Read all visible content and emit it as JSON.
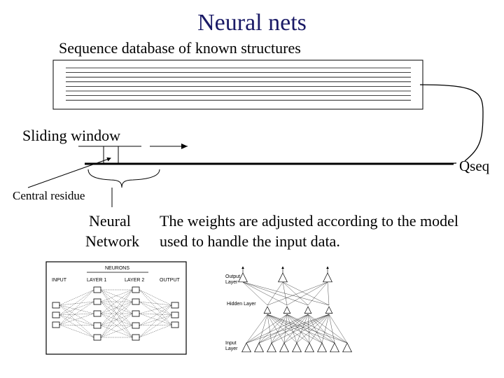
{
  "slide": {
    "title": "Neural nets",
    "subtitle": "Sequence database of known structures",
    "sliding_window_label": "Sliding window",
    "qseq_label": "Qseq",
    "central_residue_label": "Central residue",
    "neural_network_label": [
      "Neural",
      "Network"
    ],
    "description": [
      "The weights are adjusted according to the model",
      "used to handle the input data."
    ]
  },
  "left_network_figure": {
    "header": "NEURONS",
    "columns": [
      "INPUT",
      "LAYER 1",
      "LAYER 2",
      "OUTPUT"
    ]
  },
  "right_network_figure": {
    "layers": [
      "Output\nLayer",
      "Hidden Layer",
      "Input\nLayer"
    ],
    "neuron_counts": [
      3,
      4,
      9
    ]
  },
  "colors": {
    "title": "#1a1a66",
    "lines": "#000000"
  }
}
